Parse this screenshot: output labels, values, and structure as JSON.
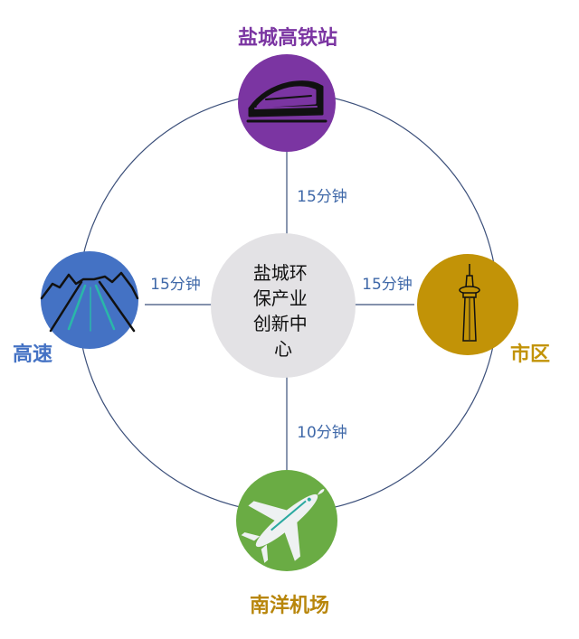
{
  "center": {
    "lines": [
      "盐城环",
      "保产业",
      "创新中",
      "心"
    ],
    "fill": "#e3e2e5"
  },
  "nodes": {
    "top": {
      "label": "盐城高铁站",
      "color": "#7b35a2",
      "icon": "high-speed-train-icon"
    },
    "right": {
      "label": "市区",
      "color": "#c29307",
      "icon": "tv-tower-icon"
    },
    "bottom": {
      "label": "南洋机场",
      "color": "#6aac44",
      "label_color": "#b8860b",
      "icon": "airplane-icon"
    },
    "left": {
      "label": "高速",
      "color": "#4472c4",
      "icon": "highway-road-icon"
    }
  },
  "times": {
    "top": "15分钟",
    "right": "15分钟",
    "bottom": "10分钟",
    "left": "15分钟"
  },
  "ring_color": "#3b4f7a"
}
